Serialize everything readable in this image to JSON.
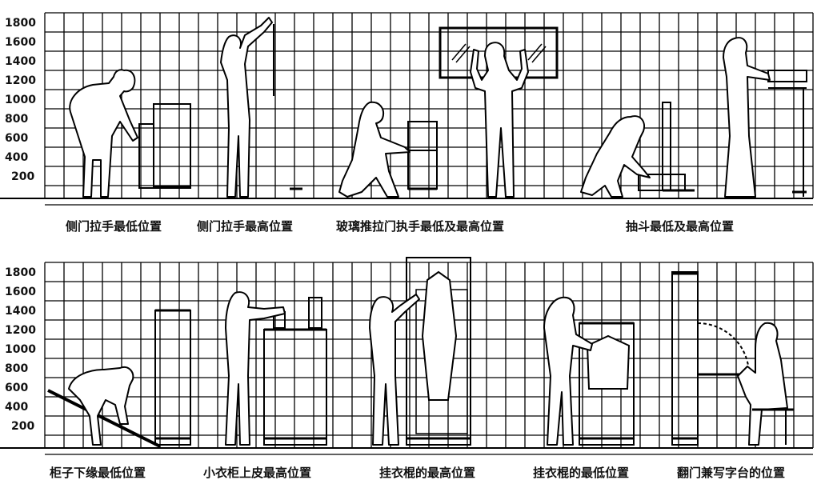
{
  "panels": [
    {
      "y_ticks": [
        "1800",
        "1600",
        "1400",
        "1200",
        "1000",
        "800",
        "600",
        "400",
        "200"
      ],
      "captions": [
        "侧门拉手最低位置",
        "侧门拉手最高位置",
        "玻璃推拉门执手最低及最高位置",
        "抽斗最低及最高位置"
      ]
    },
    {
      "y_ticks": [
        "1800",
        "1600",
        "1400",
        "1200",
        "1000",
        "800",
        "600",
        "400",
        "200"
      ],
      "captions": [
        "柜子下缘最低位置",
        "小衣柜上皮最高位置",
        "挂衣棍的最高位置",
        "挂衣棍的最低位置",
        "翻门兼写字台的位置"
      ]
    }
  ],
  "icons": [
    "person-bending-icon",
    "person-reaching-up-icon",
    "person-crouching-icon",
    "person-sliding-glass-icon",
    "person-squatting-drawer-icon",
    "person-standing-drawer-icon",
    "person-sweeping-icon",
    "person-shelf-icon",
    "person-hanging-coat-icon",
    "person-hanging-clothes-icon",
    "person-seated-desk-icon"
  ]
}
